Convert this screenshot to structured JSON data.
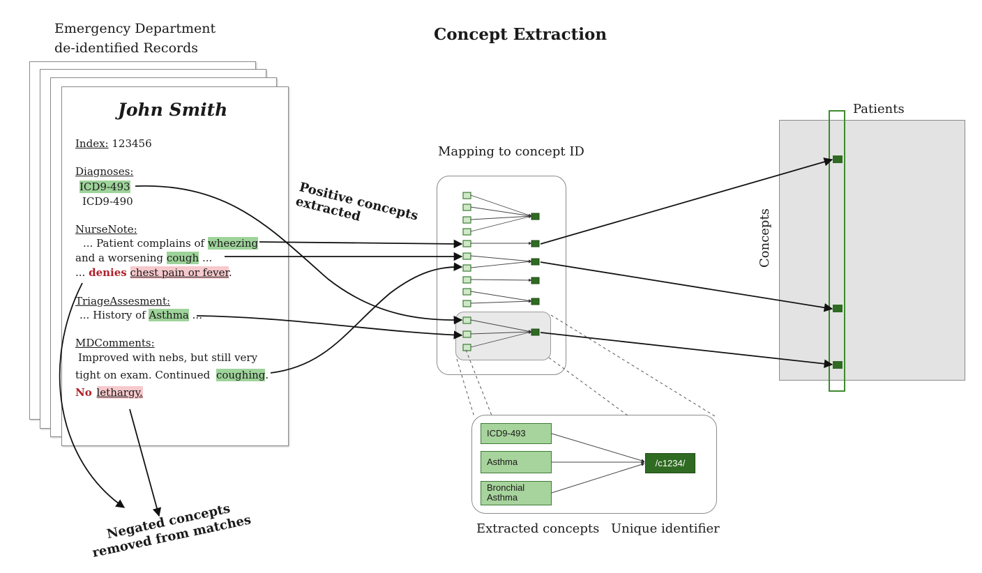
{
  "title": "Concept Extraction",
  "records": {
    "heading_line1": "Emergency Department",
    "heading_line2": "de-identified Records",
    "patient_name": "John Smith",
    "index_label": "Index:",
    "index_value": "123456",
    "diagnoses_label": "Diagnoses:",
    "diagnosis_1": "ICD9-493",
    "diagnosis_2": "ICD9-490",
    "nurse_label": "NurseNote:",
    "nurse_l1_pre": "... Patient complains of",
    "nurse_l1_hl": "wheezing",
    "nurse_l2_pre": "and a worsening",
    "nurse_l2_hl": "cough",
    "nurse_l2_post": "...",
    "nurse_l3_pre": "...",
    "nurse_l3_neg": "denies",
    "nurse_l3_hl": "chest pain or fever",
    "nurse_l3_post": ".",
    "triage_label": "TriageAssesment:",
    "triage_pre": "... History of",
    "triage_hl": "Asthma",
    "triage_post": "...",
    "md_label": "MDComments:",
    "md_l1": "Improved with nebs, but still very",
    "md_l2_pre": "tight on exam. Continued",
    "md_l2_hl": "coughing",
    "md_l2_post": ".",
    "md_l3_neg": "No",
    "md_l3_hl": "lethargy."
  },
  "labels": {
    "positive_l1": "Positive concepts",
    "positive_l2": "extracted",
    "negated_l1": "Negated concepts",
    "negated_l2": "removed from matches",
    "mapping": "Mapping  to concept ID",
    "extracted_concepts": "Extracted concepts",
    "unique_identifier": "Unique identifier",
    "patients": "Patients",
    "concepts": "Concepts"
  },
  "zoom": {
    "concept_1": "ICD9-493",
    "concept_2": "Asthma",
    "concept_3_l1": "Bronchial",
    "concept_3_l2": "Asthma",
    "uid": "/c1234/"
  },
  "colors": {
    "highlight_green": "#9ed39a",
    "highlight_red": "#f6c9cc",
    "negation_text": "#b0202a",
    "concept_fill": "#a7d39c",
    "id_fill": "#2f6b22",
    "matrix_fill": "#e3e3e3"
  }
}
